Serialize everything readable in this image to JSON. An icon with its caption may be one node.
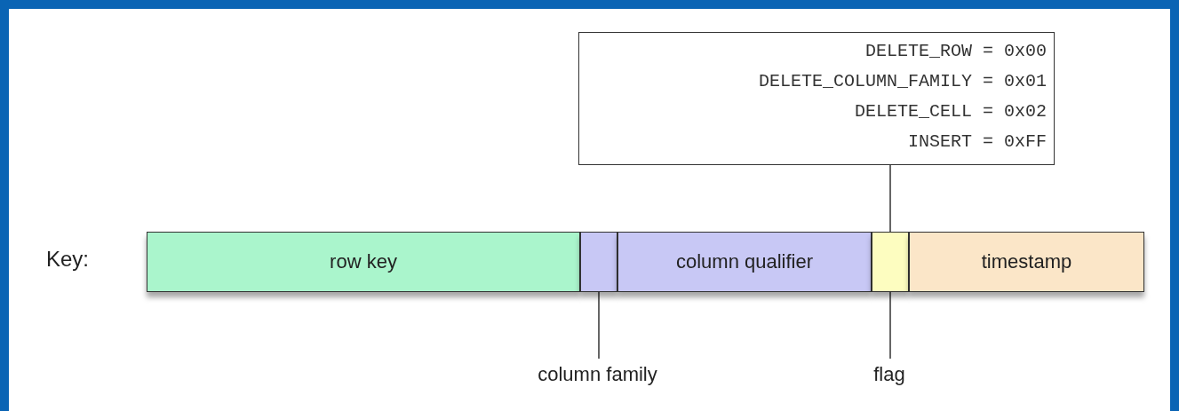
{
  "diagram": {
    "nodes": [
      {
        "text": [
          "row key"
        ]
      },
      {
        "text": [],
        "shape": "box"
      },
      {
        "text": [
          "column qualifier"
        ]
      },
      {
        "text": [],
        "shape": "box"
      },
      {
        "text": [
          "timestamp"
        ]
      },
      {
        "text": [
          "column family"
        ]
      },
      {
        "text": [
          "flag"
        ]
      },
      {
        "text": [
          "DELETE_ROW = 0x00",
          "DELETE_COLUMN_FAMILY = 0x01",
          "DELETE_CELL = 0x02",
          "INSERT = 0xFF"
        ]
      }
    ],
    "edges": [
      {
        "from": 5,
        "to": 1,
        "arrow": "none"
      },
      {
        "from": 6,
        "to": 3,
        "arrow": "none"
      },
      {
        "from": 7,
        "to": 3,
        "arrow": "none"
      }
    ],
    "labels": [
      "Key:"
    ]
  }
}
